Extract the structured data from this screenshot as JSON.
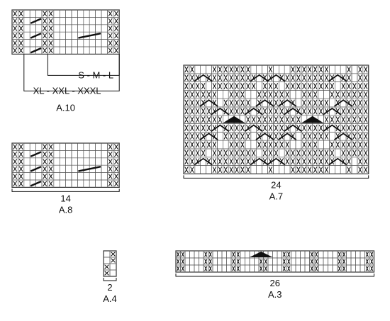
{
  "legend": {
    "x_symbol": "x-mark-icon"
  },
  "charts": [
    {
      "name": "A.10",
      "title": "A.10",
      "width_label": "",
      "size_labels": [
        "S - M - L",
        "XL - XXL - XXXL"
      ],
      "rows": [
        "XX...XX.........XX",
        "XX.//XX.........XX",
        "XX...XX.........XX",
        "XX.//XX....////.XX",
        "XX...XX.........XX",
        "XX.//XX.........XX"
      ]
    },
    {
      "name": "A.8",
      "title": "A.8",
      "width_label": "14",
      "rows": [
        "XX...XX.........XX",
        "XX.//XX.........XX",
        "XX...XX.........XX",
        "XX.//XX....////.XX",
        "XX...XX.........XX",
        "XX.//XX.........XX"
      ]
    },
    {
      "name": "A.7",
      "title": "A.7",
      "width_label": "24",
      "rows": [
        "XX...XXXXXXX...X...XXXXXXX...X.XX",
        "XXX^XXXXXXXXX^XX^XXXXXXXXXX^XX.XX",
        "XXXX.XXXXXXXX.XXX.XXXXXXXXX.XXXXX",
        "XXXXXX..XXX..XXXXXX..XXX..XXXXXXX",
        "XXXX^X.XXXXX.X^XXX^X.XXXXX.X^XXXX",
        "XXXXXX^XXXXX^XXXXXX^XXXXXX^XXXXXX",
        "XXXXXXXTTTTXXXXXXXXXXTTTTXXXXXXXX",
        "XXXXXX^XXXXX^XXXXXX^XXXXXX^XXXXXX",
        "XXXX^X.XXXXX.X^XXX^X.XXXXX.X^XXXX",
        "XXXXXX..XXX..XXXXXX..XXX..XXXXXXX",
        "XXXX.XXXXXXXX.XXX.XXXXXXXXX.XXXXX",
        "XXX^XXXXXXXXX^XX^XXXXXXXXXX^XX.XX",
        "XX...XXXXXXX...X...XXXXXXX...X.XX"
      ]
    },
    {
      "name": "A.4",
      "title": "A.4",
      "width_label": "2",
      "rows": [
        ".X",
        ".X",
        "X.",
        "X."
      ]
    },
    {
      "name": "A.3",
      "title": "A.3",
      "width_label": "26",
      "rows": [
        "XX....XX....XX..TTTTT..XX....XX....XX....XX",
        "XX....XX....XX....XX...XX....XX....XX....XX",
        "XX....XX....XX....XX...XX....XX....XX....XX"
      ]
    }
  ]
}
